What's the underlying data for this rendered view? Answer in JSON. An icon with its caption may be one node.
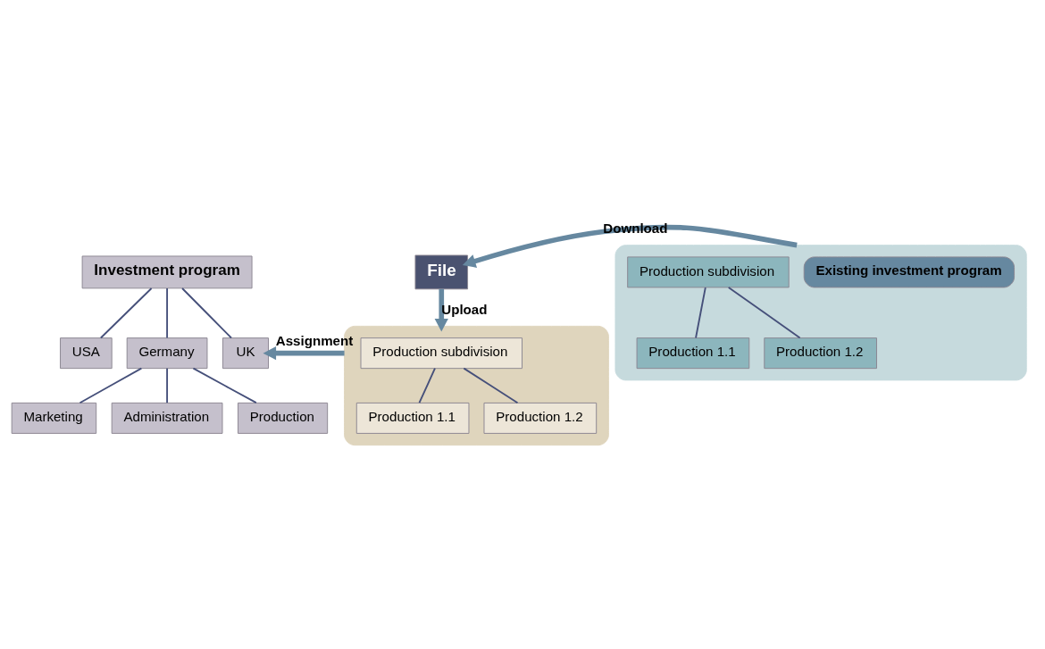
{
  "diagram": {
    "nodes": [
      {
        "text": [
          "Investment program"
        ]
      },
      {
        "text": [
          "USA"
        ]
      },
      {
        "text": [
          "Germany"
        ]
      },
      {
        "text": [
          "UK"
        ]
      },
      {
        "text": [
          "Marketing"
        ]
      },
      {
        "text": [
          "Administration"
        ]
      },
      {
        "text": [
          "Production"
        ]
      },
      {
        "text": [],
        "shape": "box"
      },
      {
        "text": [
          "Production subdivision"
        ],
        "in": 7
      },
      {
        "text": [
          "Production 1.1"
        ],
        "in": 7
      },
      {
        "text": [
          "Production 1.2"
        ],
        "in": 7
      },
      {
        "text": [],
        "shape": "box"
      },
      {
        "text": [
          "Existing investment program"
        ],
        "in": 11
      },
      {
        "text": [
          "Production subdivision"
        ],
        "in": 11
      },
      {
        "text": [
          "Production 1.1"
        ],
        "in": 11
      },
      {
        "text": [
          "Production 1.2"
        ],
        "in": 11
      },
      {
        "text": [
          "File"
        ]
      }
    ],
    "edges": [
      {
        "from": 0,
        "to": 1,
        "arrow": "none"
      },
      {
        "from": 0,
        "to": 2,
        "arrow": "none"
      },
      {
        "from": 0,
        "to": 3,
        "arrow": "none"
      },
      {
        "from": 2,
        "to": 4,
        "arrow": "none"
      },
      {
        "from": 2,
        "to": 5,
        "arrow": "none"
      },
      {
        "from": 2,
        "to": 6,
        "arrow": "none"
      },
      {
        "from": 8,
        "to": 9,
        "arrow": "none"
      },
      {
        "from": 8,
        "to": 10,
        "arrow": "none"
      },
      {
        "from": 13,
        "to": 14,
        "arrow": "none"
      },
      {
        "from": 13,
        "to": 15,
        "arrow": "none"
      },
      {
        "from": 7,
        "to": 3,
        "arrow": "to",
        "label": "Assignment",
        "style": "thick",
        "color": "#6688a0"
      },
      {
        "from": 11,
        "to": 16,
        "arrow": "to",
        "label": "Download",
        "style": "thick",
        "color": "#6688a0"
      },
      {
        "from": 16,
        "to": 7,
        "arrow": "to",
        "label": "Upload",
        "style": "thick",
        "color": "#6688a0"
      }
    ]
  }
}
